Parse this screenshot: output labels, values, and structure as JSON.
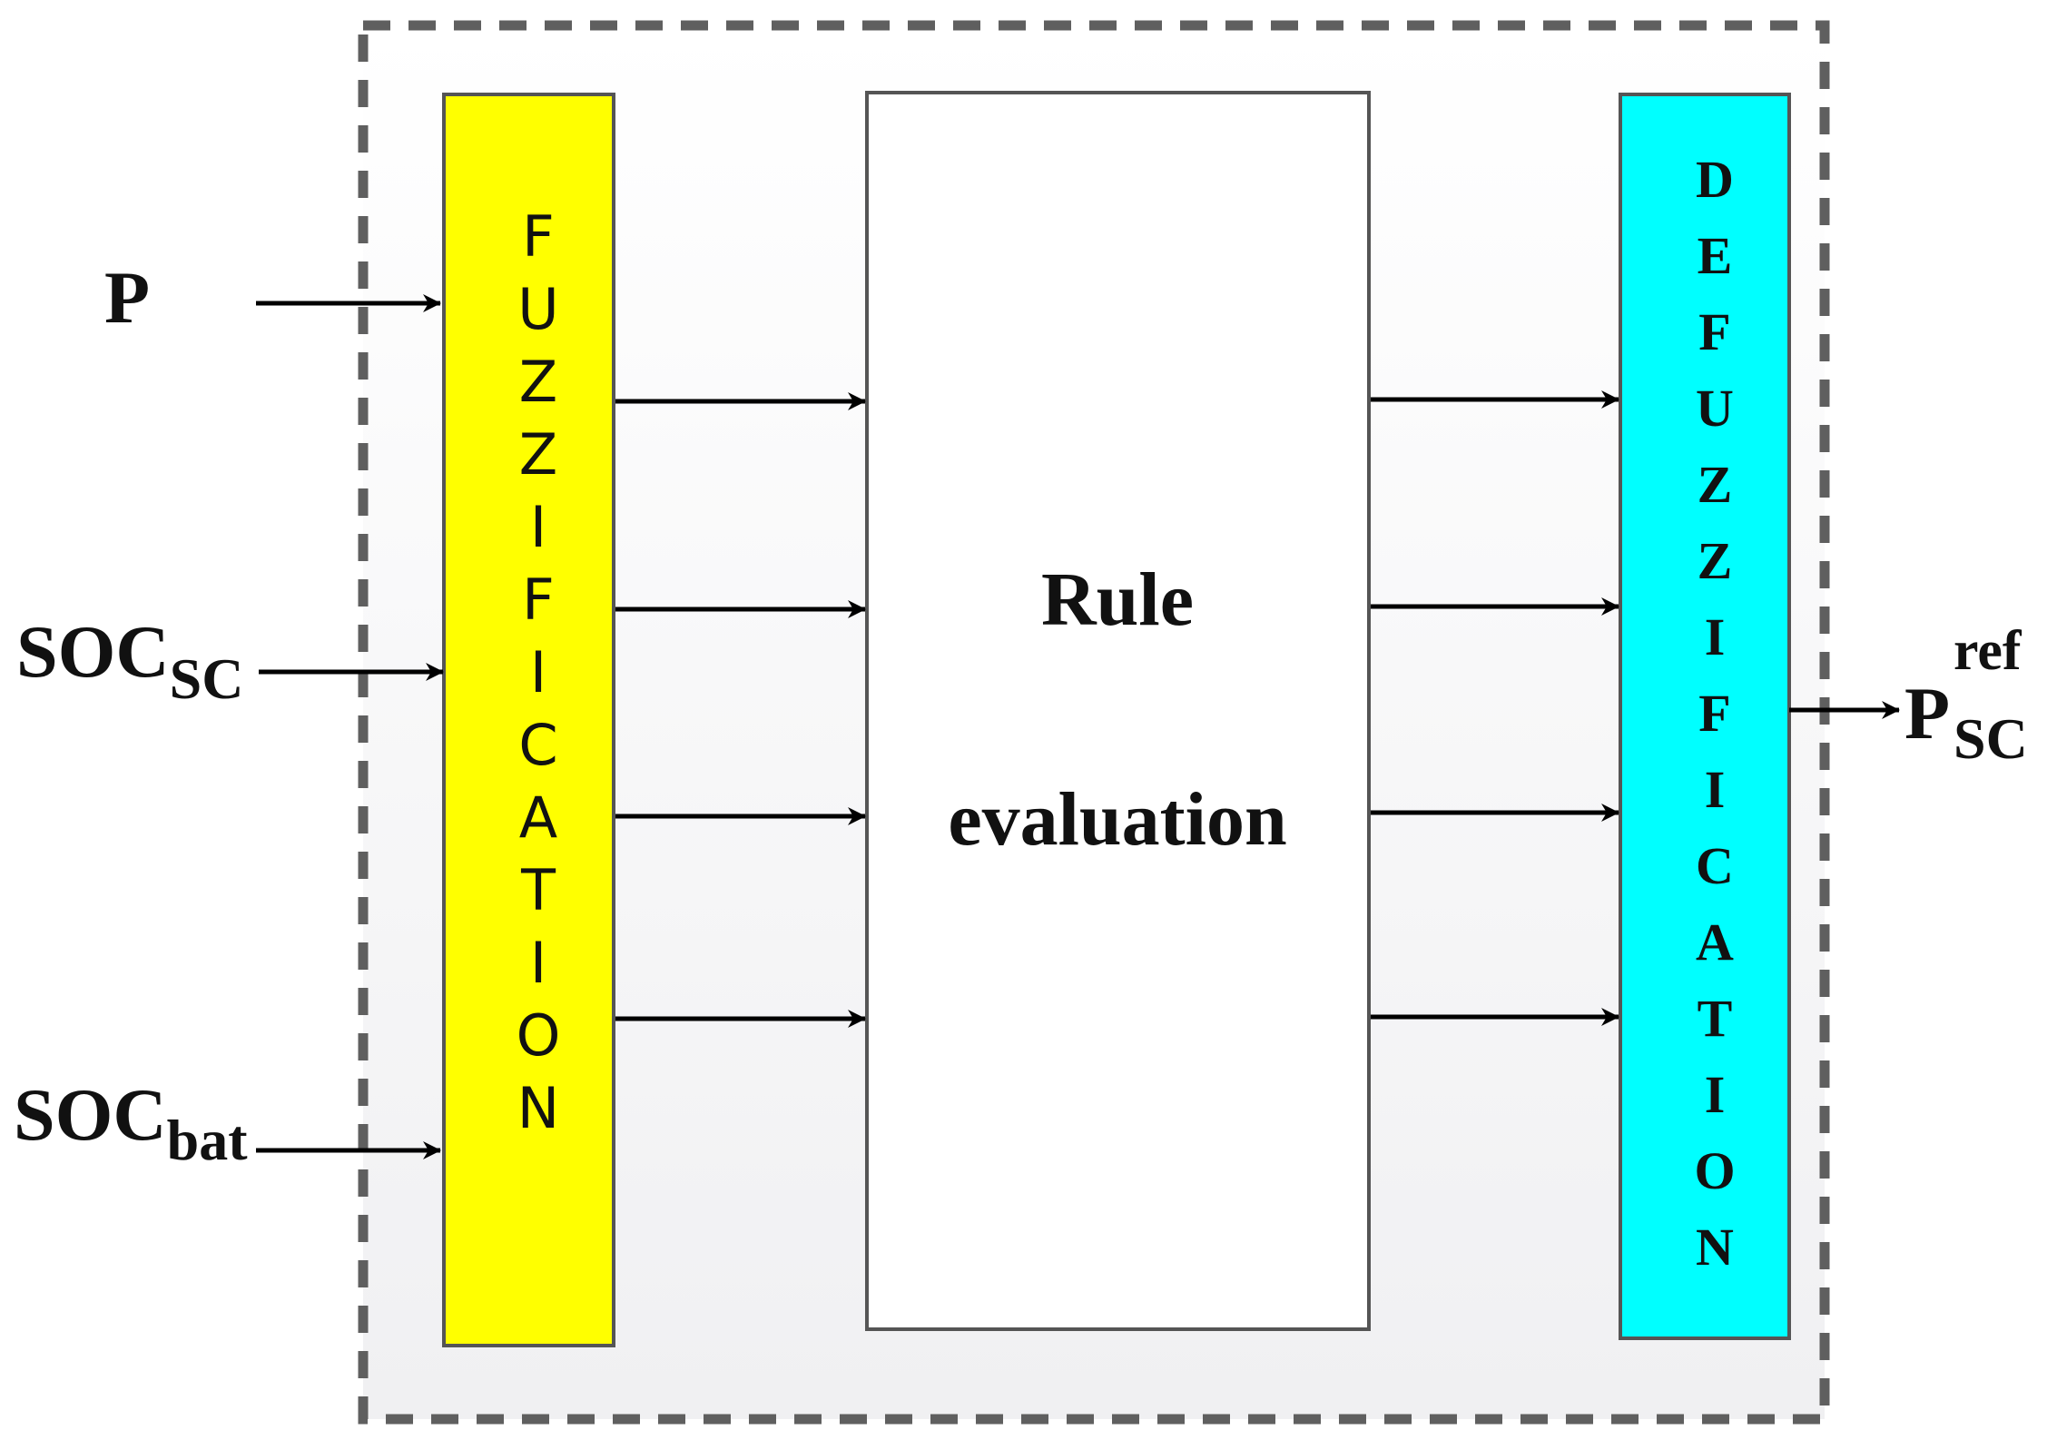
{
  "inputs": [
    {
      "main": "P",
      "sub": ""
    },
    {
      "main": "SOC",
      "sub": "SC"
    },
    {
      "main": "SOC",
      "sub": "bat"
    }
  ],
  "fuzzification": {
    "letters": [
      "F",
      "U",
      "Z",
      "Z",
      "I",
      "F",
      "I",
      "C",
      "A",
      "T",
      "I",
      "O",
      "N"
    ],
    "fill": "#ffff00"
  },
  "rule_block": {
    "line1": "Rule",
    "line2": "evaluation",
    "fill": "#ffffff"
  },
  "defuzzification": {
    "letters": [
      "D",
      "E",
      "F",
      "U",
      "Z",
      "Z",
      "I",
      "F",
      "I",
      "C",
      "A",
      "T",
      "I",
      "O",
      "N"
    ],
    "fill": "#00ffff"
  },
  "output": {
    "main": "P",
    "sub": "SC",
    "sup": "ref"
  },
  "colors": {
    "border": "#5f5f5f",
    "arrow": "#000000",
    "panel": "#f7f7f8"
  }
}
